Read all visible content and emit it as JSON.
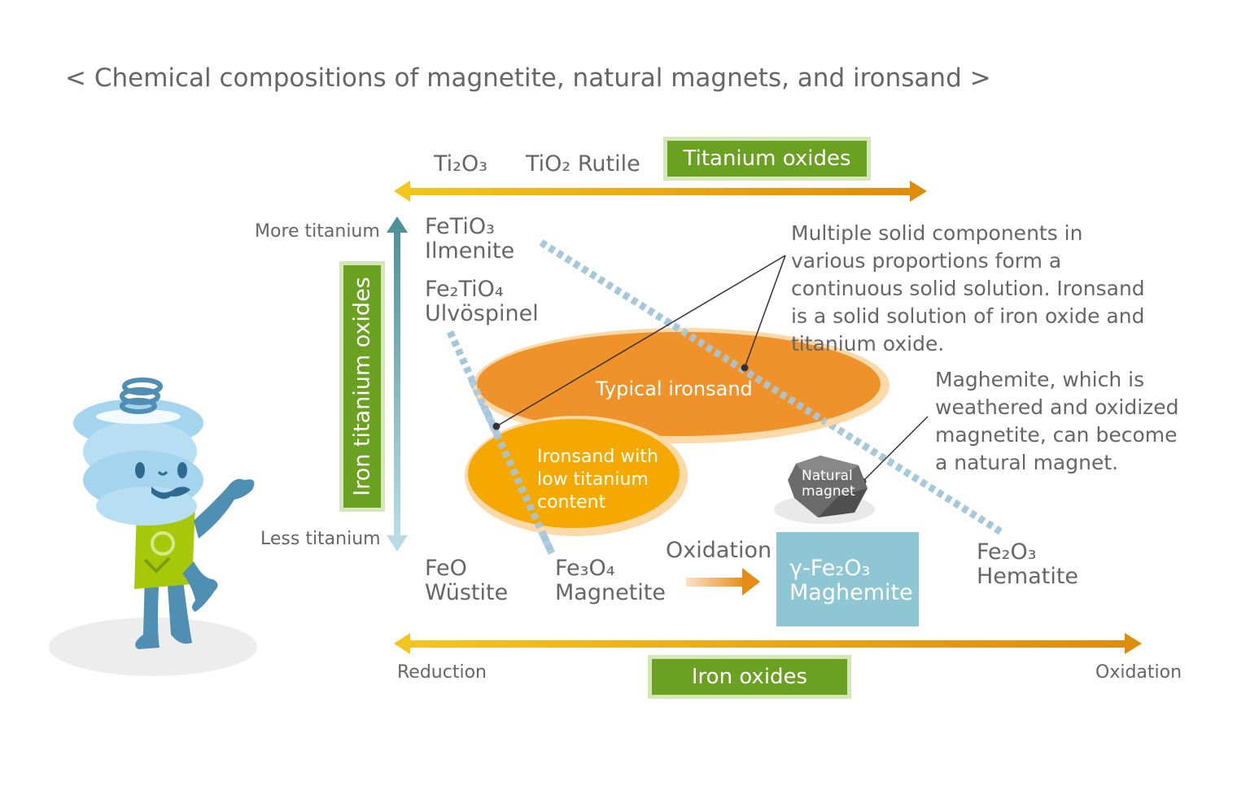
{
  "title": "< Chemical compositions of magnetite, natural magnets, and ironsand >",
  "top_axis": {
    "label_ti2o3": "Ti₂O₃",
    "label_tio2": "TiO₂ Rutile",
    "box_label": "Titanium oxides"
  },
  "vertical_axis": {
    "top_label": "More titanium",
    "bottom_label": "Less titanium",
    "box_label": "Iron titanium oxides"
  },
  "compounds": {
    "fetio3": {
      "formula": "FeTiO₃",
      "name": "Ilmenite"
    },
    "fe2tio4": {
      "formula": "Fe₂TiO₄",
      "name": "Ulvöspinel"
    },
    "feo": {
      "formula": "FeO",
      "name": "Wüstite"
    },
    "fe3o4": {
      "formula": "Fe₃O₄",
      "name": "Magnetite"
    },
    "maghemite": {
      "formula": "γ-Fe₂O₃",
      "name": "Maghemite"
    },
    "fe2o3": {
      "formula": "Fe₂O₃",
      "name": "Hematite"
    }
  },
  "regions": {
    "typical": "Typical ironsand",
    "low_ti": [
      "Ironsand with",
      "low titanium",
      "content"
    ],
    "natural_magnet": [
      "Natural",
      "magnet"
    ]
  },
  "oxidation_mid": "Oxidation",
  "notes": {
    "solid_solution": "Multiple solid components in various proportions form a continuous solid solution. Ironsand is a solid solution of iron oxide and titanium oxide.",
    "maghemite": "Maghemite, which is weathered and oxidized magnetite, can become a natural magnet."
  },
  "bottom_axis": {
    "left": "Reduction",
    "right": "Oxidation",
    "box_label": "Iron oxides"
  },
  "colors": {
    "green": "#6aa121",
    "orange_dark": "#f0922a",
    "orange_light": "#f5a800",
    "arrow_gold": "#e9a40e",
    "teal_arrow": "#5b9ea6",
    "dashed_blue": "#a6c8dc",
    "maghemite_box": "#8fc6d3"
  }
}
